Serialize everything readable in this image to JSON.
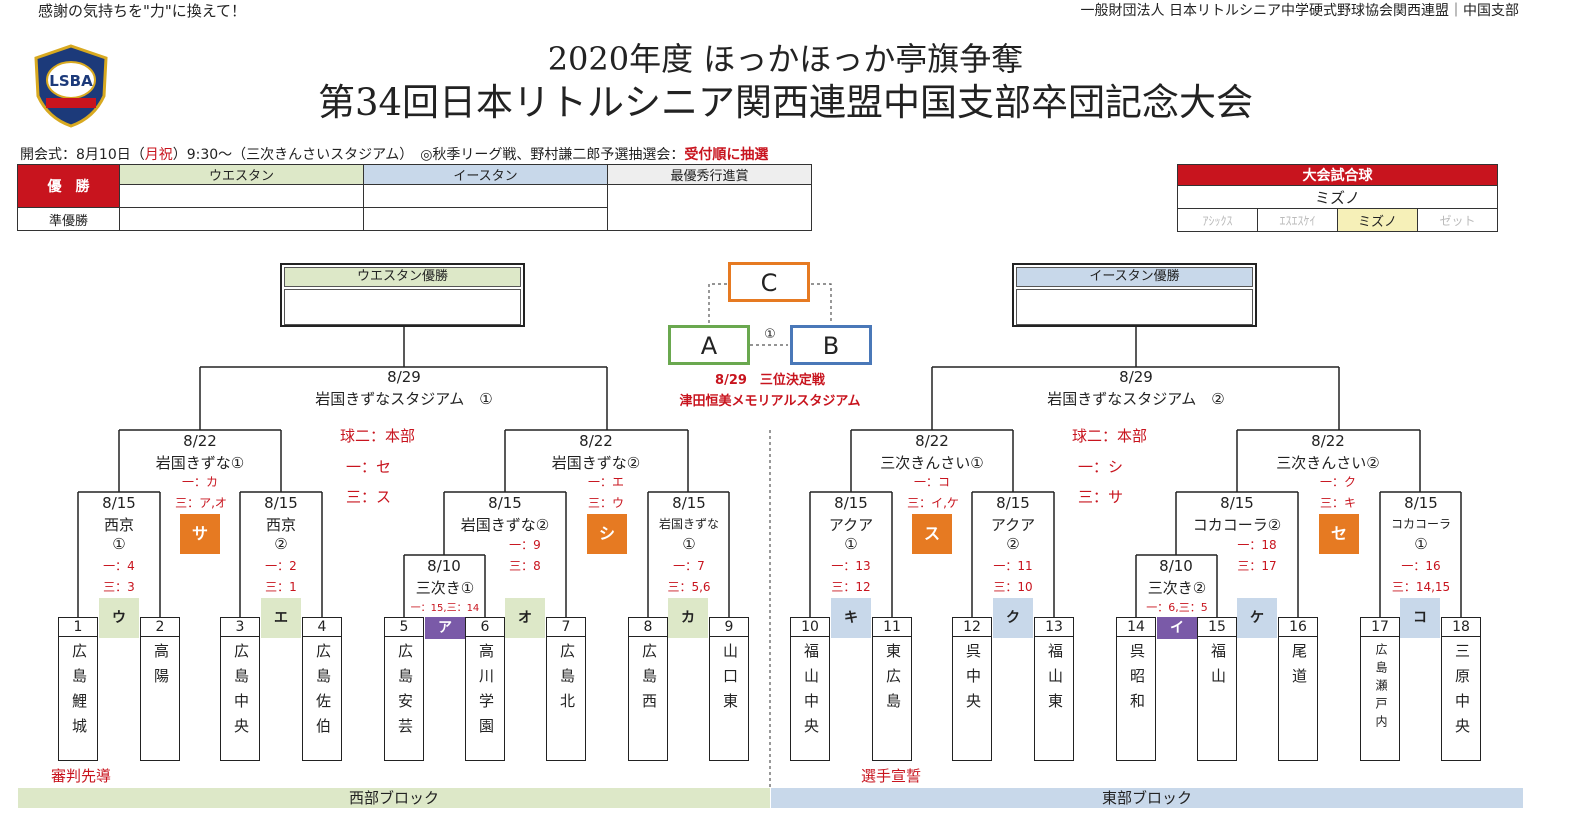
{
  "header": {
    "slogan": "感謝の気持ちを\"力\"に換えて！",
    "org": "一般財団法人 日本リトルシニア中学硬式野球協会関西連盟｜中国支部",
    "title_line1": "2020年度 ほっかほっか亭旗争奪",
    "title_line2": "第34回日本リトルシニア関西連盟中国支部卒団記念大会",
    "logo_text": "LSBA"
  },
  "info": {
    "part1": "開会式：8月10日（",
    "holiday": "月祝",
    "part2": "）9:30～（三次きんさいスタジアム）　◎秋季リーグ戦、野村謙二郎予選抽選会：",
    "lottery": "受付順に抽選"
  },
  "results": {
    "winner": "優　勝",
    "runner_up": "準優勝",
    "west": "ウエスタン",
    "east": "イースタン",
    "mvp": "最優秀行進賞"
  },
  "ball": {
    "header": "大会試合球",
    "value": "ミズノ",
    "options": [
      "ｱｼｯｸｽ",
      "ｴｽｴｽｹｲ",
      "ミズノ",
      "ゼット"
    ]
  },
  "champs": {
    "west": "ウエスタン優勝",
    "east": "イースタン優勝"
  },
  "third": {
    "c": "C",
    "a": "A",
    "b": "B",
    "circle": "①",
    "line1": "8/29　三位決定戦",
    "line2": "津田恒美メモリアルスタジアム"
  },
  "west": {
    "final_date": "8/29",
    "final_venue": "岩国きずなスタジアム　①",
    "sf1_date": "8/22",
    "sf1_venue": "岩国きずな①",
    "sf2_date": "8/22",
    "sf2_venue": "岩国きずな②",
    "umpire": [
      "球二：本部",
      "一：セ",
      "三：ス"
    ],
    "sf1_ump": [
      "一：カ",
      "三：ア,オ"
    ],
    "sf2_ump": [
      "一：エ",
      "三：ウ"
    ],
    "q1": [
      "8/15",
      "西京",
      "①",
      "一：4",
      "三：3"
    ],
    "q2": [
      "8/15",
      "西京",
      "②",
      "一：2",
      "三：1"
    ],
    "q3": [
      "8/15",
      "岩国きずな②",
      "一：9",
      "三：8"
    ],
    "q4": [
      "8/15",
      "岩国きずな",
      "①",
      "一：7",
      "三：5,6"
    ],
    "r1": [
      "8/10",
      "三次き①",
      "一：15,三：14"
    ],
    "sq": [
      "サ",
      "シ"
    ],
    "marks": [
      "ウ",
      "エ",
      "ア",
      "オ",
      "カ"
    ],
    "note": "審判先導",
    "block": "西部ブロック"
  },
  "east": {
    "final_date": "8/29",
    "final_venue": "岩国きずなスタジアム　②",
    "sf1_date": "8/22",
    "sf1_venue": "三次きんさい①",
    "sf2_date": "8/22",
    "sf2_venue": "三次きんさい②",
    "umpire": [
      "球二：本部",
      "一：シ",
      "三：サ"
    ],
    "sf1_ump": [
      "一：コ",
      "三：イ,ケ"
    ],
    "sf2_ump": [
      "一：ク",
      "三：キ"
    ],
    "q1": [
      "8/15",
      "アクア",
      "①",
      "一：13",
      "三：12"
    ],
    "q2": [
      "8/15",
      "アクア",
      "②",
      "一：11",
      "三：10"
    ],
    "q3": [
      "8/15",
      "コカコーラ②",
      "一：18",
      "三：17"
    ],
    "q4": [
      "8/15",
      "コカコーラ",
      "①",
      "一：16",
      "三：14,15"
    ],
    "r1": [
      "8/10",
      "三次き②",
      "一：6,三：5"
    ],
    "sq": [
      "ス",
      "セ"
    ],
    "marks": [
      "キ",
      "ク",
      "イ",
      "ケ",
      "コ"
    ],
    "note": "選手宣誓",
    "block": "東部ブロック"
  },
  "teams": [
    {
      "num": "1",
      "name": "広島鯉城"
    },
    {
      "num": "2",
      "name": "高陽"
    },
    {
      "num": "3",
      "name": "広島中央"
    },
    {
      "num": "4",
      "name": "広島佐伯"
    },
    {
      "num": "5",
      "name": "広島安芸"
    },
    {
      "num": "6",
      "name": "高川学園"
    },
    {
      "num": "7",
      "name": "広島北"
    },
    {
      "num": "8",
      "name": "広島西"
    },
    {
      "num": "9",
      "name": "山口東"
    },
    {
      "num": "10",
      "name": "福山中央"
    },
    {
      "num": "11",
      "name": "東広島"
    },
    {
      "num": "12",
      "name": "呉中央"
    },
    {
      "num": "13",
      "name": "福山東"
    },
    {
      "num": "14",
      "name": "呉昭和"
    },
    {
      "num": "15",
      "name": "福山"
    },
    {
      "num": "16",
      "name": "尾道"
    },
    {
      "num": "17",
      "name": "広島瀬戸内"
    },
    {
      "num": "18",
      "name": "三原中央"
    }
  ],
  "colors": {
    "red": "#c8141e",
    "green": "#dde8c8",
    "blue": "#c8d8ea",
    "orange": "#e67a22",
    "purple": "#7a5aa8"
  }
}
